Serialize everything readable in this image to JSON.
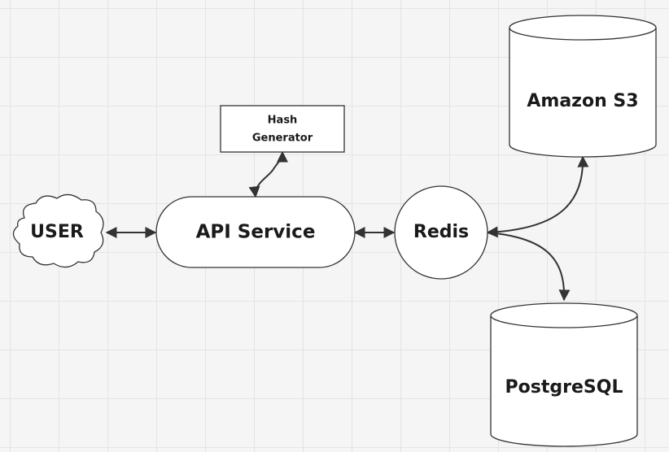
{
  "nodes": {
    "user": {
      "label": "USER"
    },
    "api_service": {
      "label": "API Service"
    },
    "hash_generator": {
      "label_line1": "Hash",
      "label_line2": "Generator"
    },
    "redis": {
      "label": "Redis"
    },
    "amazon_s3": {
      "label": "Amazon S3"
    },
    "postgresql": {
      "label": "PostgreSQL"
    }
  }
}
